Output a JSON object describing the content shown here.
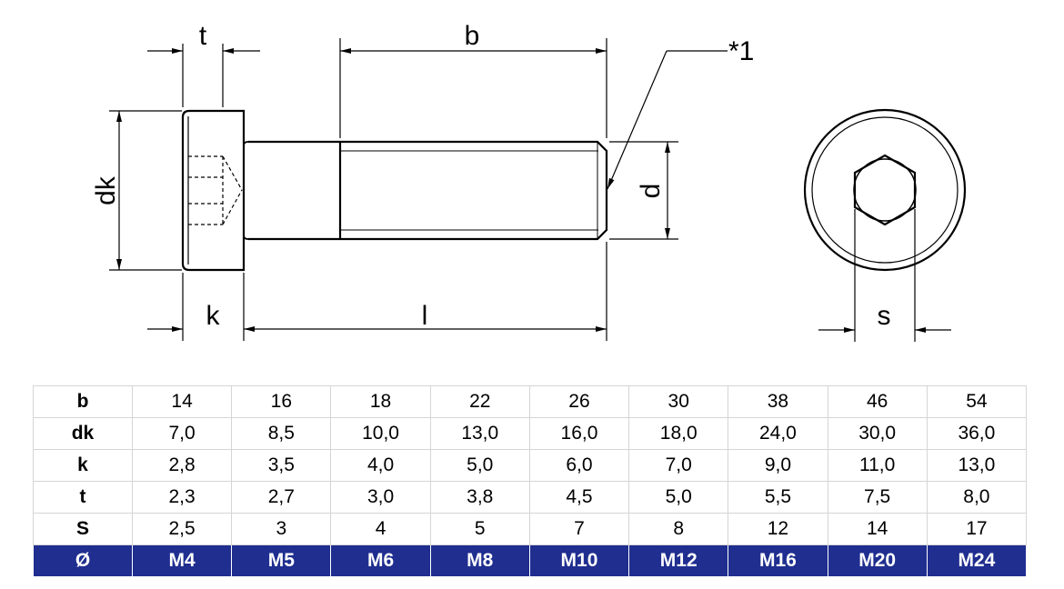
{
  "diagram": {
    "labels": {
      "t": "t",
      "b": "b",
      "note": "*1",
      "dk": "dk",
      "d": "d",
      "k": "k",
      "l": "l",
      "s": "s"
    }
  },
  "table": {
    "rows": [
      {
        "header": "b",
        "values": [
          "14",
          "16",
          "18",
          "22",
          "26",
          "30",
          "38",
          "46",
          "54"
        ]
      },
      {
        "header": "dk",
        "values": [
          "7,0",
          "8,5",
          "10,0",
          "13,0",
          "16,0",
          "18,0",
          "24,0",
          "30,0",
          "36,0"
        ]
      },
      {
        "header": "k",
        "values": [
          "2,8",
          "3,5",
          "4,0",
          "5,0",
          "6,0",
          "7,0",
          "9,0",
          "11,0",
          "13,0"
        ]
      },
      {
        "header": "t",
        "values": [
          "2,3",
          "2,7",
          "3,0",
          "3,8",
          "4,5",
          "5,0",
          "5,5",
          "7,5",
          "8,0"
        ]
      },
      {
        "header": "S",
        "values": [
          "2,5",
          "3",
          "4",
          "5",
          "7",
          "8",
          "12",
          "14",
          "17"
        ]
      }
    ],
    "size_row": {
      "header": "Ø",
      "values": [
        "M4",
        "M5",
        "M6",
        "M8",
        "M10",
        "M12",
        "M16",
        "M20",
        "M24"
      ]
    },
    "size_row_color": "#1f2e8f"
  }
}
